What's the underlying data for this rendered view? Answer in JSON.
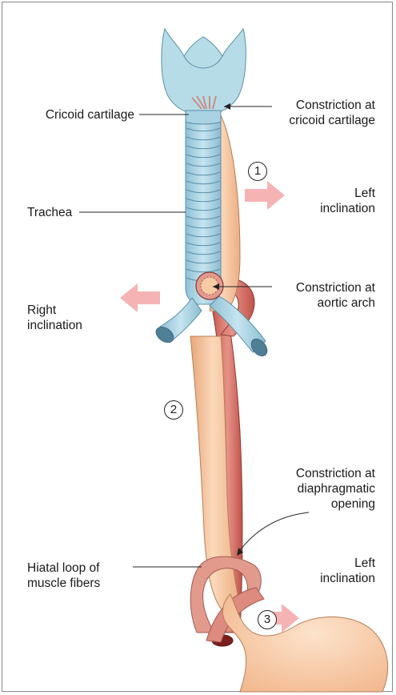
{
  "labels": {
    "cricoid_cartilage": "Cricoid cartilage",
    "constriction_cricoid_1": "Constriction at",
    "constriction_cricoid_2": "cricoid cartilage",
    "trachea": "Trachea",
    "left_inclination_top_1": "Left",
    "left_inclination_top_2": "inclination",
    "right_inclination_1": "Right",
    "right_inclination_2": "inclination",
    "constriction_aortic_1": "Constriction at",
    "constriction_aortic_2": "aortic arch",
    "constriction_diaphragm_1": "Constriction at",
    "constriction_diaphragm_2": "diaphragmatic",
    "constriction_diaphragm_3": "opening",
    "hiatal_loop_1": "Hiatal loop of",
    "hiatal_loop_2": "muscle fibers",
    "left_inclination_bottom_1": "Left",
    "left_inclination_bottom_2": "inclination"
  },
  "markers": {
    "one": "1",
    "two": "2",
    "three": "3"
  },
  "colors": {
    "esophagus": "#f7c9a4",
    "trachea": "#a9d3e2",
    "aorta": "#d97a6f",
    "muscle": "#e29a8d",
    "arrow": "#f6b3b3"
  }
}
